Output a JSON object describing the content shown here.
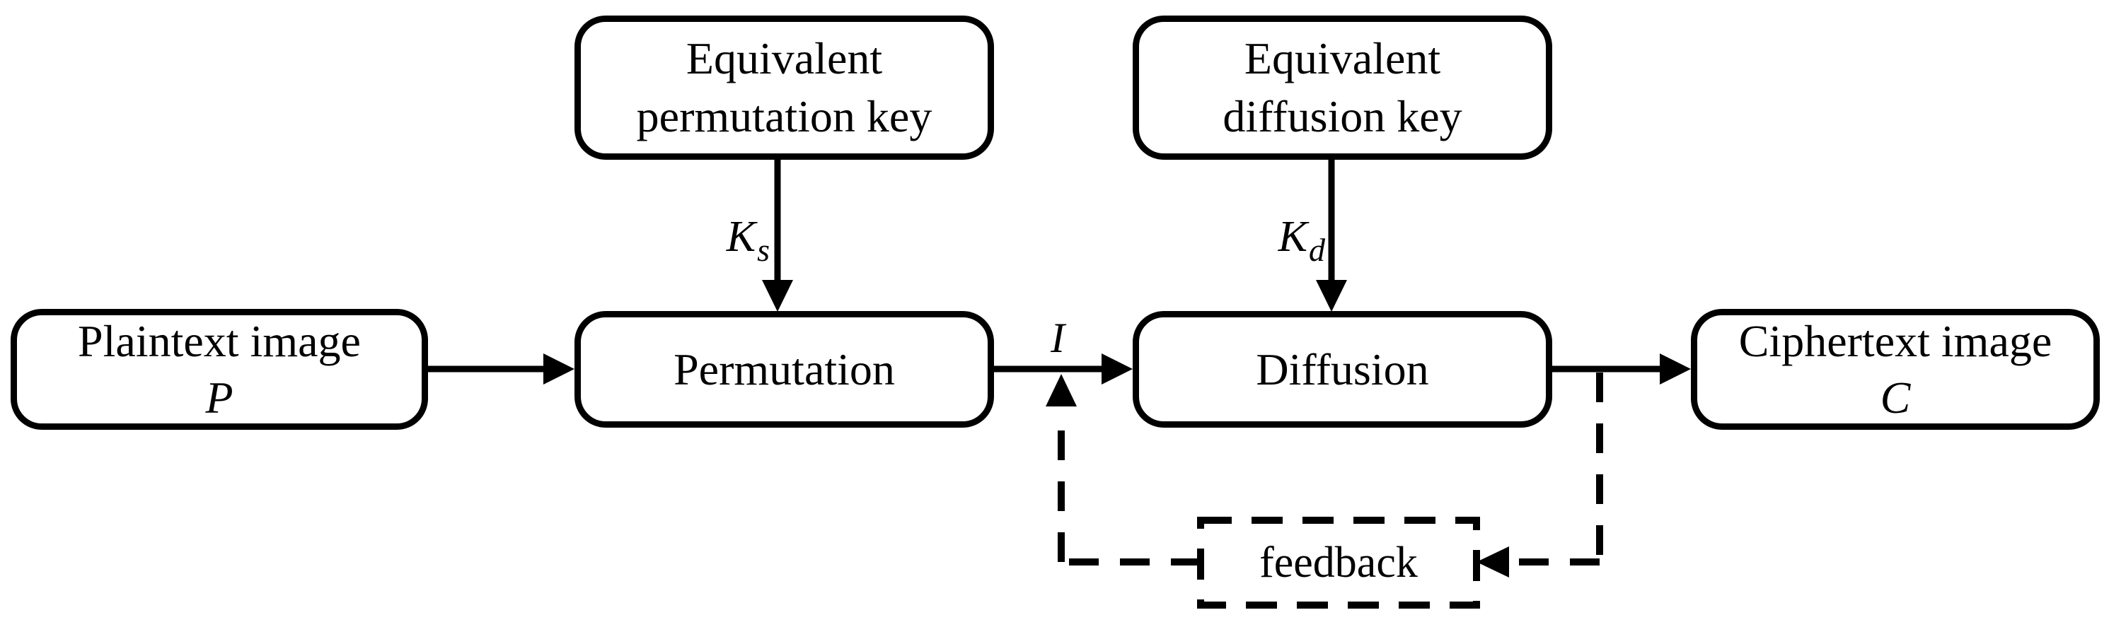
{
  "diagram": {
    "colors": {
      "ink": "#000000",
      "background": "#ffffff"
    },
    "nodes": {
      "permutation_key": {
        "line1": "Equivalent",
        "line2": "permutation key"
      },
      "diffusion_key": {
        "line1": "Equivalent",
        "line2": "diffusion key"
      },
      "plaintext": {
        "line1": "Plaintext image",
        "line2": "P"
      },
      "permutation": {
        "label": "Permutation"
      },
      "diffusion": {
        "label": "Diffusion"
      },
      "ciphertext": {
        "line1": "Ciphertext image",
        "line2": "C"
      },
      "feedback": {
        "label": "feedback"
      }
    },
    "edge_labels": {
      "ks_base": "K",
      "ks_sub": "s",
      "kd_base": "K",
      "kd_sub": "d",
      "intermediate": "I"
    }
  }
}
